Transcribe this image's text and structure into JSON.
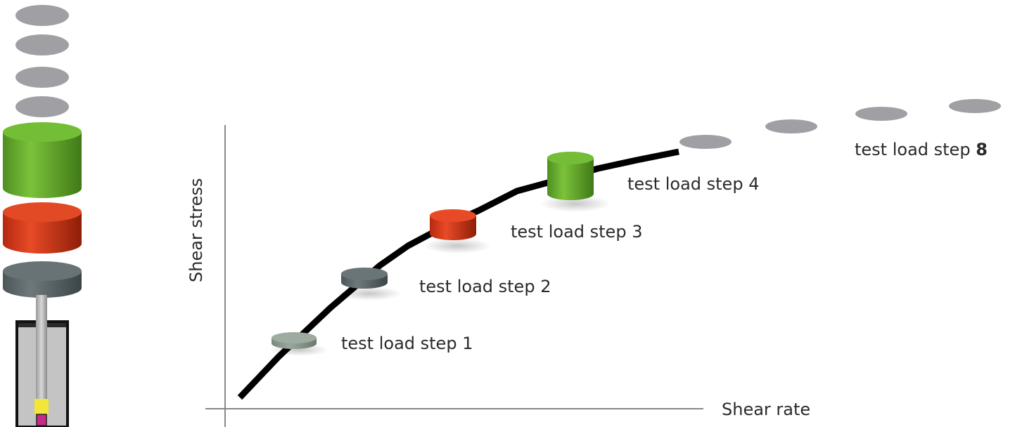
{
  "axes": {
    "x_label": "Shear rate",
    "y_label": "Shear stress"
  },
  "steps": [
    {
      "prefix": "test load step",
      "number": "1",
      "color": "#8c9a8e"
    },
    {
      "prefix": "test load step",
      "number": "2",
      "color": "#5f6a6c"
    },
    {
      "prefix": "test load step",
      "number": "3",
      "color": "#d93a1e"
    },
    {
      "prefix": "test load step",
      "number": "4",
      "color": "#68b02f"
    },
    {
      "prefix": "test load step",
      "number": "8",
      "color": "#999999"
    }
  ],
  "colors": {
    "curve": "#000000",
    "axis": "#888888",
    "pending_weight": "#a0a0a4",
    "apparatus_body": "#c4c4c4",
    "apparatus_sample": "#f2e63a"
  }
}
